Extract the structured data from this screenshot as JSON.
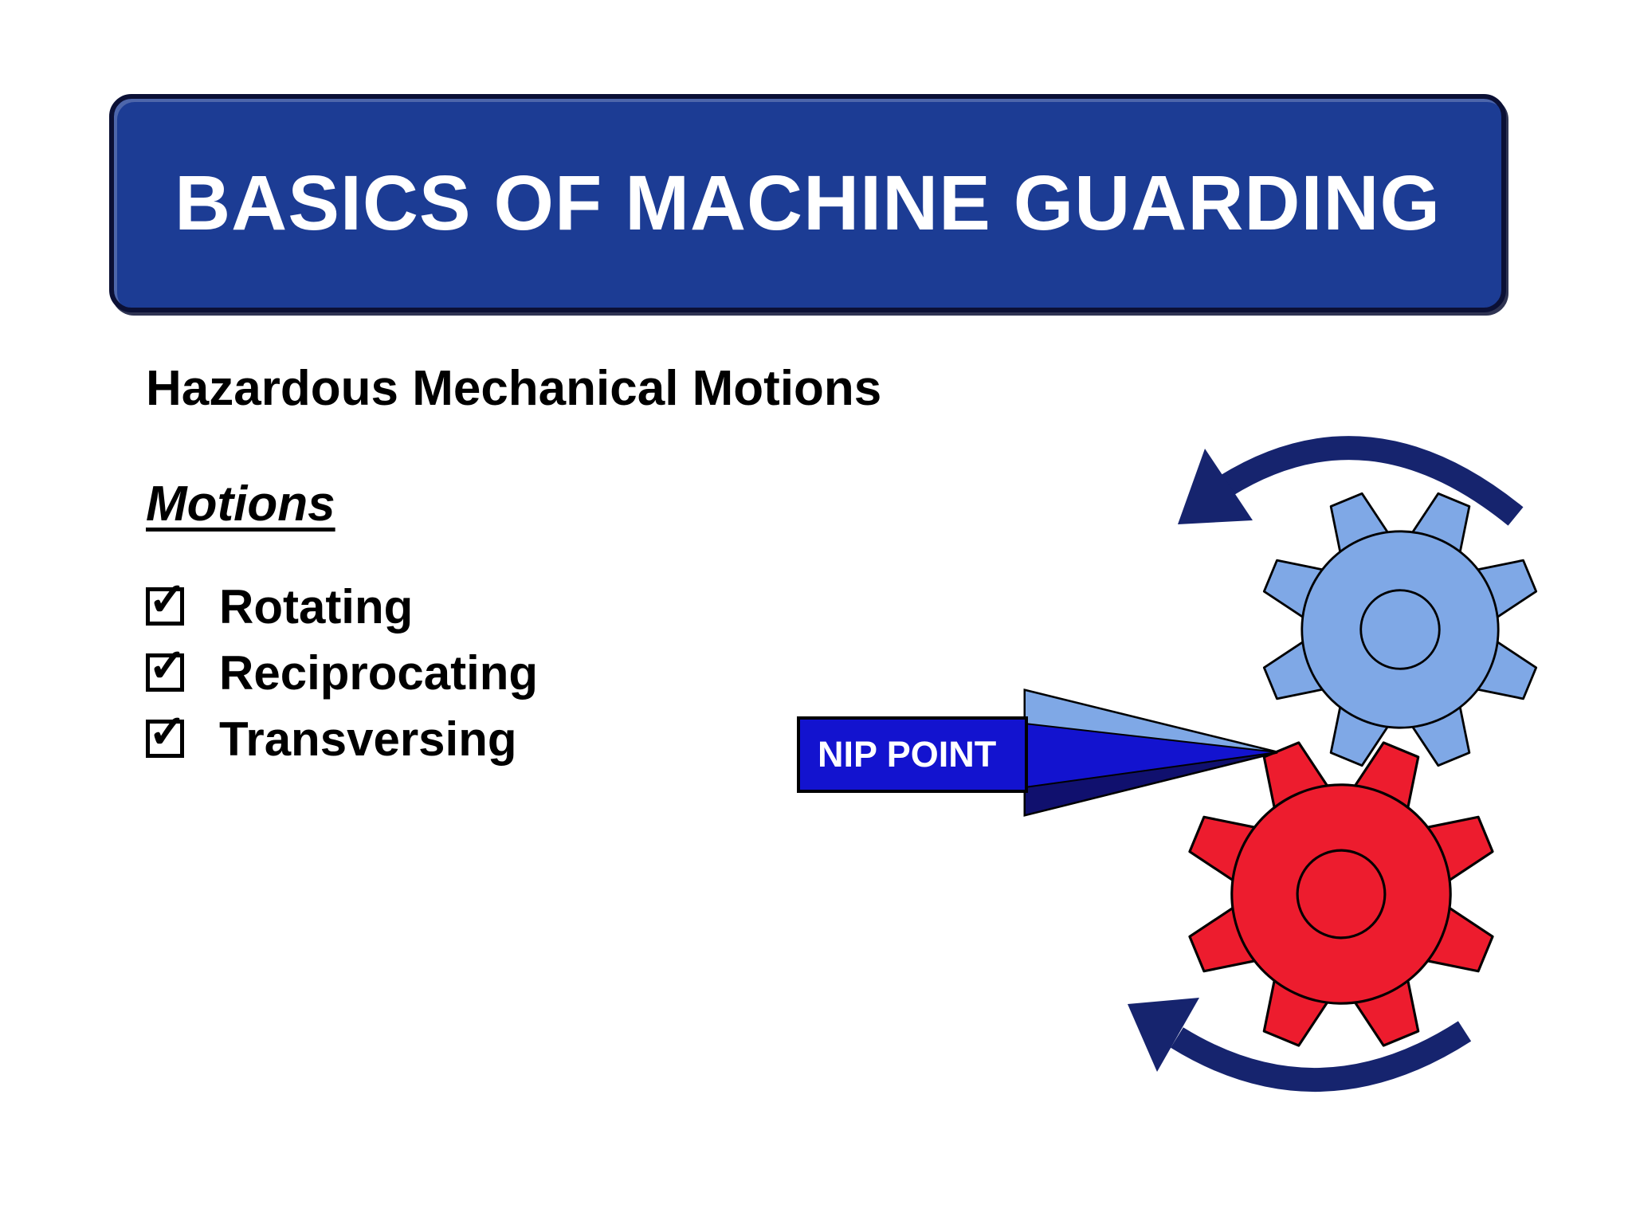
{
  "slide": {
    "title": "BASICS OF MACHINE GUARDING",
    "subtitle": "Hazardous Mechanical Motions",
    "section_heading": "Motions",
    "checklist": [
      {
        "label": "Rotating",
        "checked": true
      },
      {
        "label": "Reciprocating",
        "checked": true
      },
      {
        "label": "Transversing",
        "checked": true
      }
    ],
    "icons": {
      "check": "✓"
    },
    "diagram": {
      "nip_point_label": "NIP POINT",
      "top_gear_color": "#7FA8E6",
      "bottom_gear_color": "#ED1C2E",
      "rotation_arrow_color": "#16246E",
      "nip_arrow_color": "#1313CF",
      "nip_arrow_highlight_color": "#7FA8E6",
      "nip_arrow_shadow_color": "#10106E",
      "nip_label_color": "#FFFFFF"
    },
    "colors": {
      "background": "#FFFFFF",
      "title_background": "#1C3C94",
      "title_text": "#FFFFFF",
      "body_text": "#000000"
    }
  }
}
